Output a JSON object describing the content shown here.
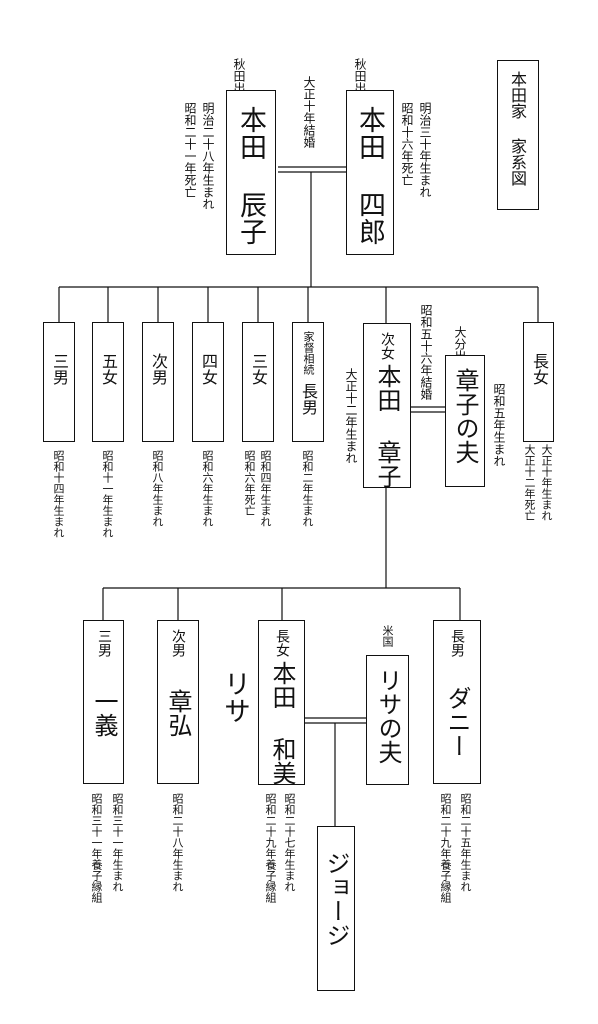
{
  "title": "本田家 家系図",
  "gen1": {
    "wife": {
      "name": "本田 辰子",
      "origin": "秋田出身",
      "born": "明治二十八年生まれ",
      "died": "昭和二十一年死亡"
    },
    "husband": {
      "name": "本田 四郎",
      "origin": "秋田出身",
      "born": "明治三十年生まれ",
      "died": "昭和十六年死亡"
    },
    "marriage": "大正十年結婚"
  },
  "gen2": {
    "children": [
      {
        "rel": "三男",
        "note": "昭和十四年生まれ"
      },
      {
        "rel": "五女",
        "note": "昭和十一年生まれ"
      },
      {
        "rel": "次男",
        "note": "昭和八年生まれ"
      },
      {
        "rel": "四女",
        "note": "昭和六年生まれ"
      },
      {
        "rel": "三女",
        "note": "昭和四年生まれ",
        "note2": "昭和六年死亡"
      },
      {
        "rel": "長男",
        "sub": "家督相続",
        "note": "昭和二年生まれ"
      }
    ],
    "akiko": {
      "rel": "次女",
      "name": "本田 章子",
      "born": "大正十二年生まれ"
    },
    "akiko_husband": {
      "name": "章子の夫",
      "origin": "大分出身",
      "born": "昭和五年生まれ"
    },
    "marriage": "昭和五十六年結婚",
    "eldest_daughter": {
      "rel": "長女",
      "born": "大正十年生まれ",
      "died": "大正十二年死亡"
    }
  },
  "gen3": {
    "kazuyoshi": {
      "rel": "三男",
      "name": "一義",
      "note1": "昭和三十一年生まれ",
      "note2": "昭和三十一年養子縁組"
    },
    "akihiro": {
      "rel": "次男",
      "name": "章弘",
      "note1": "昭和二十八年生まれ"
    },
    "lisa_label": "リサ",
    "kazumi": {
      "rel": "長女",
      "name": "本田 和美",
      "note1": "昭和二十七年生まれ",
      "note2": "昭和二十九年養子縁組"
    },
    "lisa_husband": {
      "name": "リサの夫",
      "origin": "米国"
    },
    "danny": {
      "rel": "長男",
      "name": "ダニー",
      "note1": "昭和二十五年生まれ",
      "note2": "昭和二十九年養子縁組"
    }
  },
  "gen4": {
    "george": {
      "name": "ジョージ"
    }
  }
}
